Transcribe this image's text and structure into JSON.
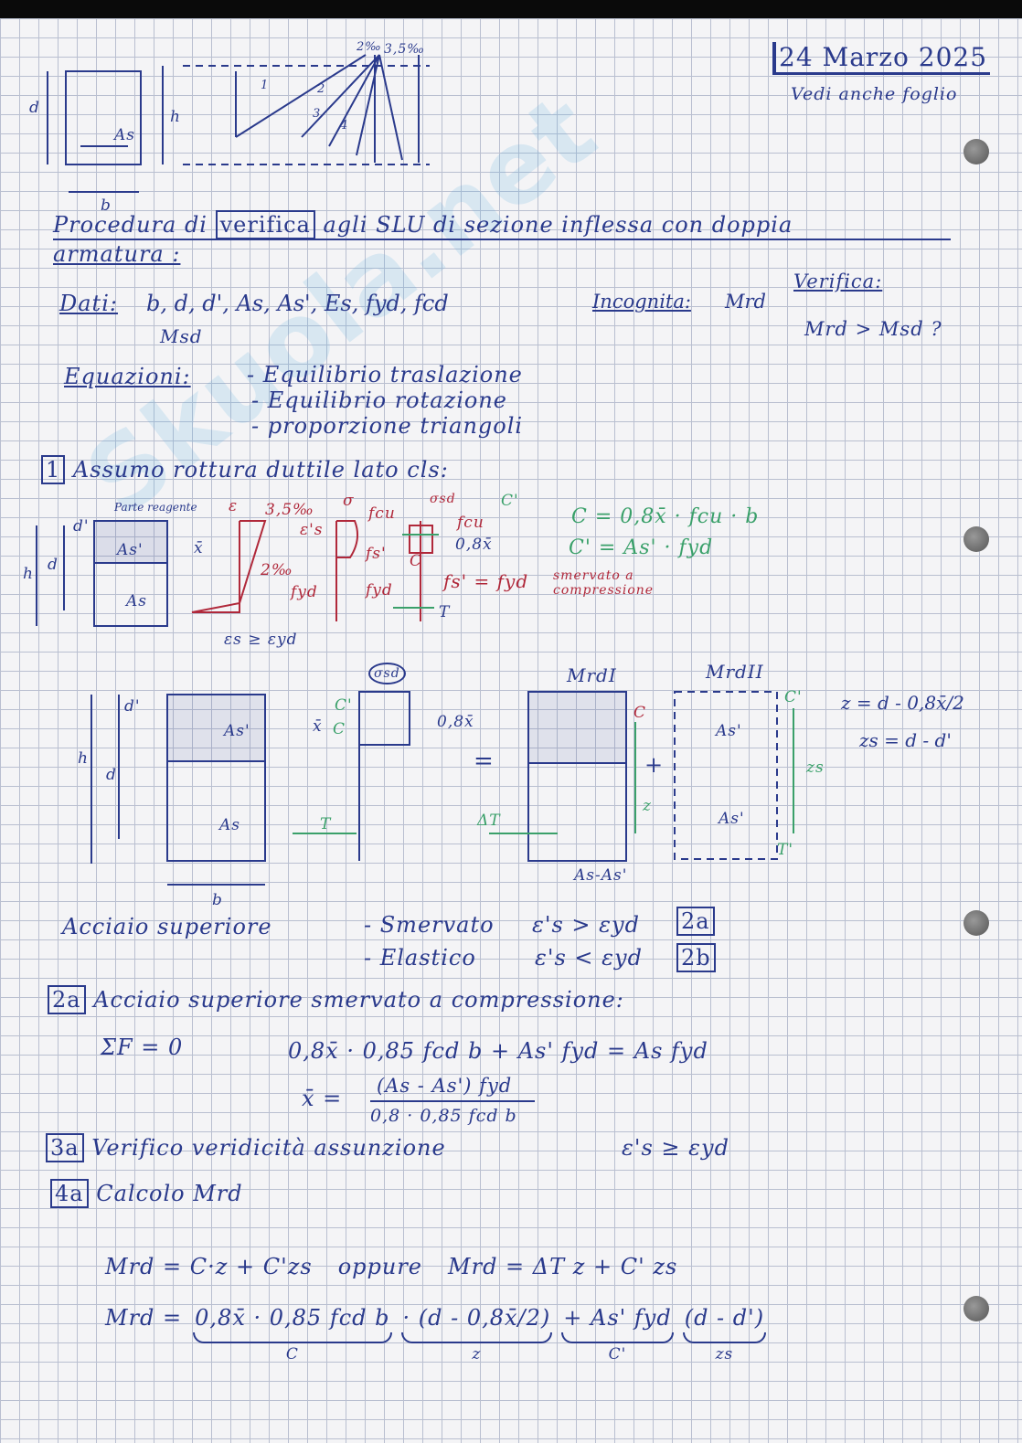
{
  "header": {
    "date": "24 Marzo 2025",
    "note": "Vedi anche foglio"
  },
  "fig1": {
    "d": "d",
    "As": "As",
    "h": "h",
    "b": "b",
    "strain1": "2‰",
    "strain2": "3,5‰",
    "regions": [
      "1",
      "2",
      "3",
      "4"
    ]
  },
  "title": {
    "line1": "Procedura di",
    "boxed": "verifica",
    "line1b": "agli SLU di sezione inflessa con doppia",
    "line2": "armatura :"
  },
  "dati": {
    "label": "Dati:",
    "row1": "b, d, d', As, As', Es, fyd, fcd",
    "row2": "Msd"
  },
  "incognita": {
    "label": "Incognita:",
    "value": "Mrd"
  },
  "verifica": {
    "label": "Verifica:",
    "value": "Mrd > Msd ?"
  },
  "equazioni": {
    "label": "Equazioni:",
    "items": [
      "- Equilibrio traslazione",
      "- Equilibrio rotazione",
      "- proporzione triangoli"
    ]
  },
  "step1": {
    "num": "1",
    "text": "Assumo rottura duttile lato cls:"
  },
  "fig2": {
    "h": "h",
    "d": "d",
    "dp": "d'",
    "Asp": "As'",
    "As": "As",
    "parte": "Parte reagente",
    "eps": "ε",
    "sigma": "σ",
    "sigmasd": "σsd",
    "strain35": "3,5‰",
    "eps_s_p": "ε's",
    "strain2": "2‰",
    "x": "x̄",
    "fcu": "fcu",
    "fcu2": "fcu",
    "fsp": "fs'",
    "Cp": "C'",
    "C": "C",
    "x08": "0,8x̄",
    "fyd": "fyd",
    "fyd2": "fyd",
    "T": "T",
    "eps_s": "εs ≥ εyd",
    "fs_eq": "fs' = fyd",
    "smervato": "smervato a compressione",
    "eqC": "C = 0,8x̄ · fcu · b",
    "eqCp": "C' = As' · fyd"
  },
  "fig3": {
    "sigmasd": "σsd",
    "h": "h",
    "d": "d",
    "dp": "d'",
    "Asp": "As'",
    "As": "As",
    "b": "b",
    "x": "x̄",
    "C": "C",
    "Cp": "C'",
    "x08": "0,8x̄",
    "T": "T",
    "eq": "=",
    "plus": "+",
    "MrdI": "MrdI",
    "MrdII": "MrdII",
    "dT": "ΔT",
    "AsAsp": "As-As'",
    "z": "z",
    "zs": "zs",
    "Asp2": "As'",
    "As2": "As'",
    "Tp": "T'",
    "Cp2": "C'",
    "C2": "C",
    "zeq": "z = d - 0,8x̄/2",
    "zseq": "zs = d - d'"
  },
  "acciaio": {
    "label": "Acciaio superiore",
    "opt1": "- Smervato",
    "cond1": "ε's > εyd",
    "tag1": "2a",
    "opt2": "- Elastico",
    "cond2": "ε's < εyd",
    "tag2": "2b"
  },
  "step2a": {
    "num": "2a",
    "text": "Acciaio superiore smervato a compressione:",
    "sumF": "ΣF = 0",
    "eq": "0,8x̄ · 0,85 fcd b + As' fyd = As fyd",
    "xlhs": "x̄ =",
    "xnum": "(As - As') fyd",
    "xden": "0,8 · 0,85 fcd b"
  },
  "step3a": {
    "num": "3a",
    "text": "Verifico veridicità assunzione",
    "cond": "ε's ≥ εyd"
  },
  "step4a": {
    "num": "4a",
    "text": "Calcolo Mrd"
  },
  "mrd": {
    "eq1": "Mrd = C·z + C'zs",
    "oppure": "oppure",
    "eq1b": "Mrd = ΔT z + C' zs",
    "eq2lhs": "Mrd =",
    "t1": "0,8x̄ · 0,85 fcd b",
    "t2": "· (d - 0,8x̄/2)",
    "t3": "+ As' fyd",
    "t4": "(d - d')",
    "b1": "C",
    "b2": "z",
    "b3": "C'",
    "b4": "zs"
  },
  "colors": {
    "ink": "#2a3a8c",
    "red": "#b0283a",
    "green": "#3aa06a"
  }
}
